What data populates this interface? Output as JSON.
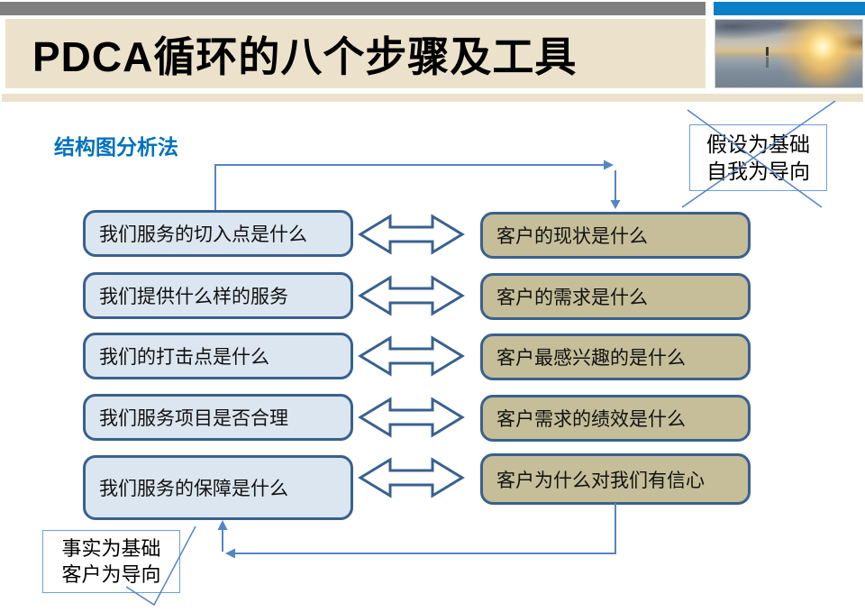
{
  "slide": {
    "title": "PDCA循环的八个步骤及工具",
    "section_label": "结构图分析法"
  },
  "colors": {
    "header_gray_bar": "#7f7f7f",
    "header_blue_bar": "#0d7fc4",
    "cream_band": "#ece2cb",
    "section_label_blue": "#0070c0",
    "box_border_blue": "#39618f",
    "left_box_fill": "#dce6f1",
    "right_box_fill": "#c5be99",
    "connector_blue": "#5585c4",
    "callout_border_blue": "#6f9fd8"
  },
  "diagram": {
    "left_boxes": [
      "我们服务的切入点是什么",
      "我们提供什么样的服务",
      "我们的打击点是什么",
      "我们服务项目是否合理",
      "我们服务的保障是什么"
    ],
    "right_boxes": [
      "客户的现状是什么",
      "客户的需求是什么",
      "客户最感兴趣的是什么",
      "客户需求的绩效是什么",
      "客户为什么对我们有信心"
    ]
  },
  "callouts": {
    "top": {
      "line1": "假设为基础",
      "line2": "自我为导向",
      "mark": "x-cross (rejected)"
    },
    "bottom": {
      "line1": "事实为基础",
      "line2": "客户为导向",
      "mark": "checkmark (approved)"
    }
  },
  "photo": {
    "alt": "sunset over a beach with a person standing in reflection"
  }
}
